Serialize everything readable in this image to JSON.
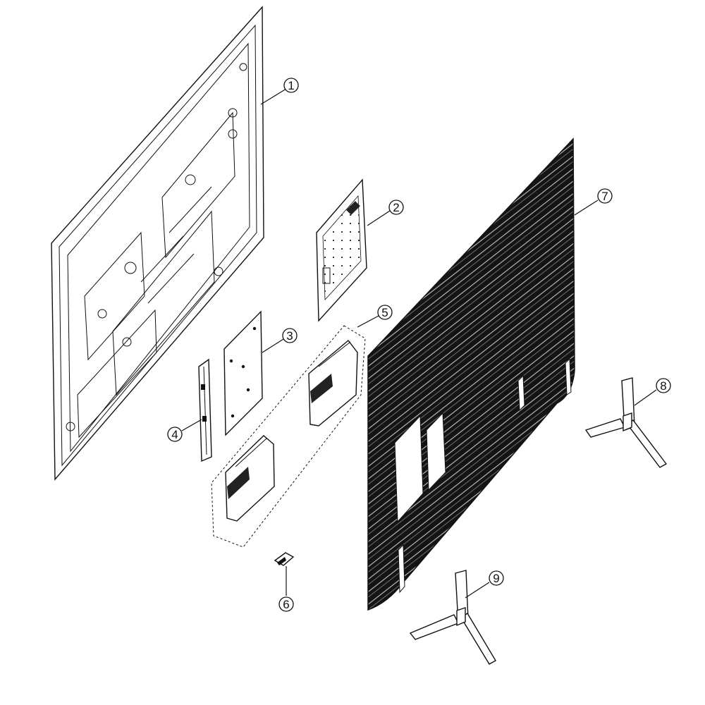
{
  "diagram": {
    "colors": {
      "line": "#111111",
      "background": "#ffffff",
      "cover_fill": "#141414"
    },
    "callouts": [
      "1",
      "2",
      "3",
      "4",
      "5",
      "6",
      "7",
      "8",
      "9"
    ]
  }
}
